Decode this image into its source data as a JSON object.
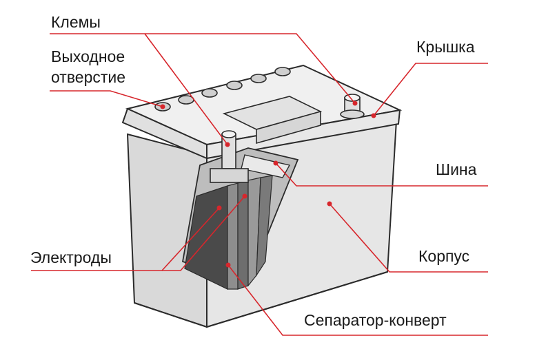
{
  "diagram": {
    "labels": {
      "clamps": "Клемы",
      "vent_line1": "Выходное",
      "vent_line2": "отверстие",
      "lid": "Крышка",
      "busbar": "Шина",
      "electrodes": "Электроды",
      "case": "Корпус",
      "separator": "Сепаратор-конверт"
    },
    "colors": {
      "leader": "#d7262c",
      "outline": "#2b2b2b",
      "case_fill": "#e4e4e4",
      "lid_fill": "#ededed",
      "plates_fill": "#4a4a4a"
    }
  }
}
